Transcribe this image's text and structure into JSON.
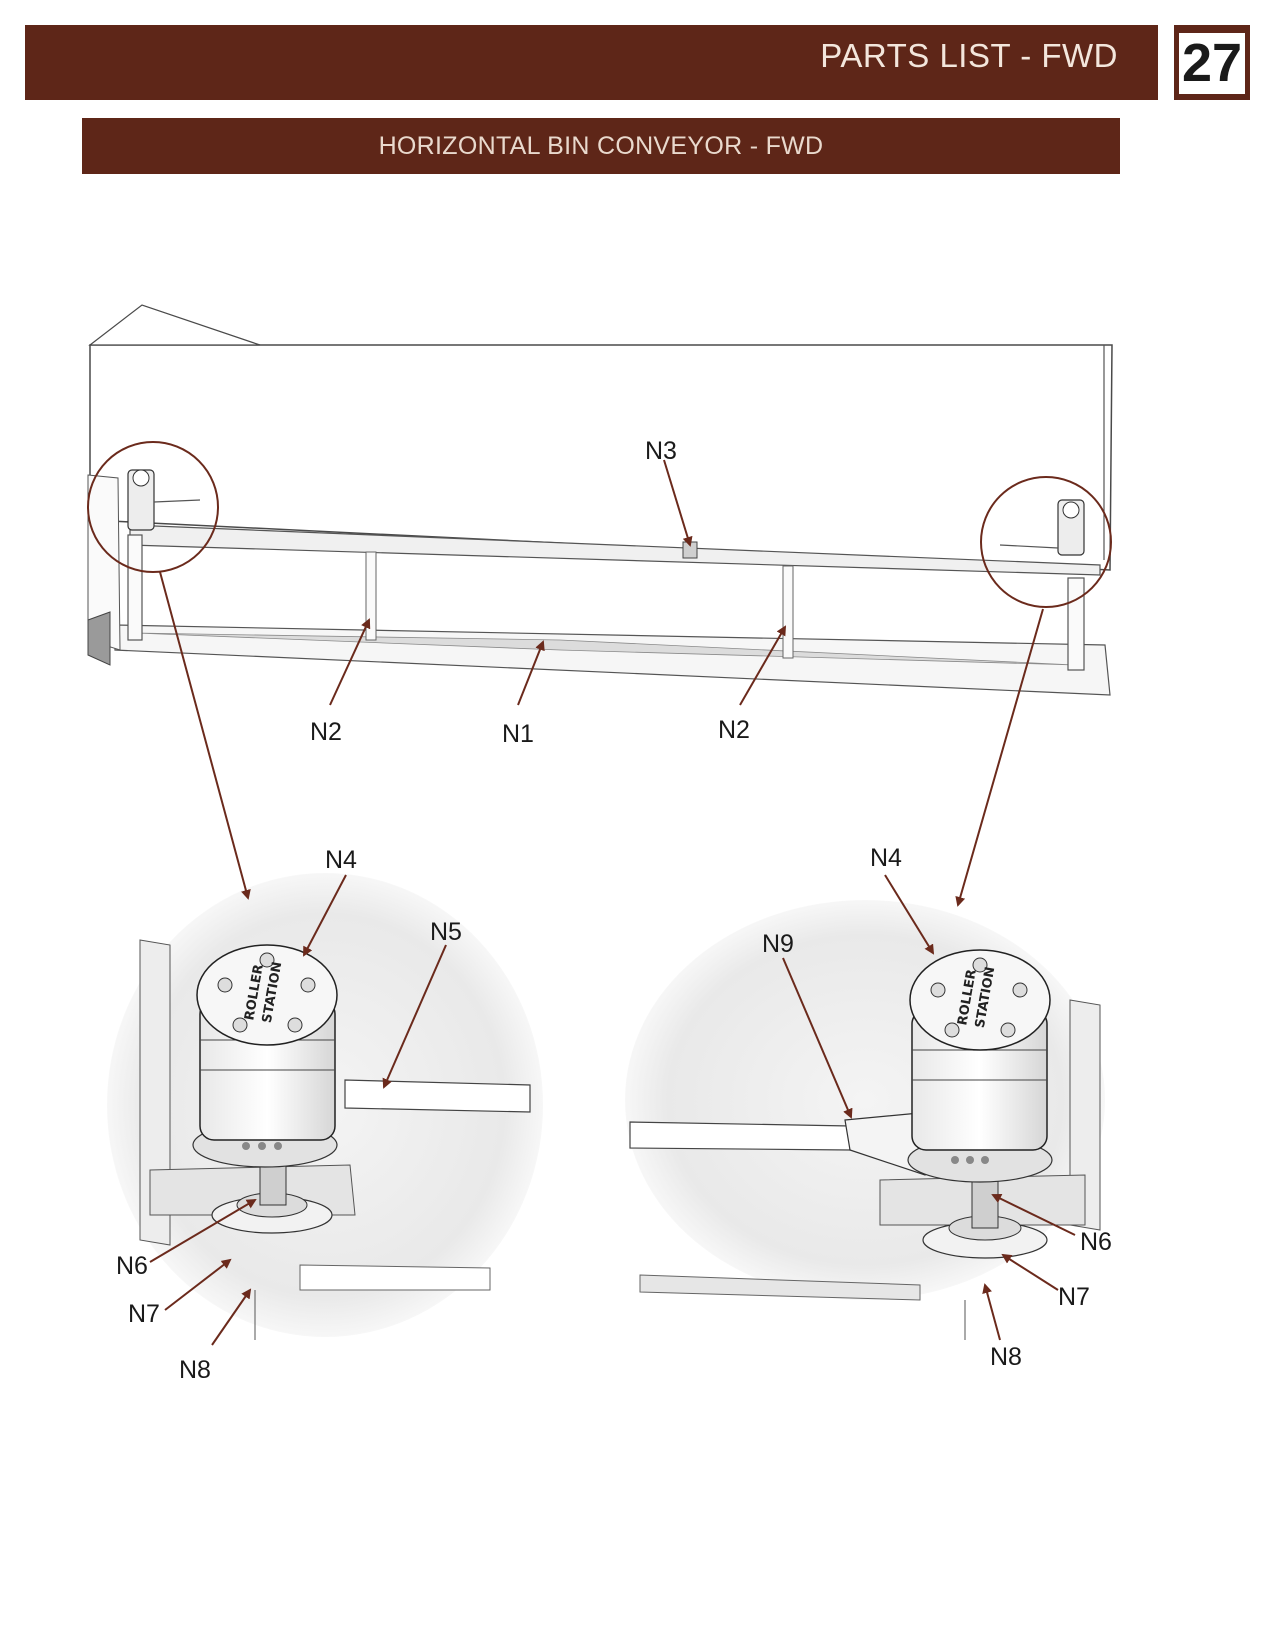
{
  "header": {
    "title": "PARTS LIST - FWD",
    "page_number": "27"
  },
  "section": {
    "title": "HORIZONTAL BIN CONVEYOR - FWD"
  },
  "motor_label": {
    "line1": "ROLLER",
    "line2": "STATION"
  },
  "colors": {
    "brand": "#5e2618",
    "header_text": "#f3e6dc",
    "callout_line": "#6b2a1c"
  },
  "callouts": {
    "n1": "N1",
    "n2a": "N2",
    "n2b": "N2",
    "n3": "N3",
    "n4_left": "N4",
    "n4_right": "N4",
    "n5": "N5",
    "n6_left": "N6",
    "n6_right": "N6",
    "n7_left": "N7",
    "n7_right": "N7",
    "n8_left": "N8",
    "n8_right": "N8",
    "n9": "N9"
  }
}
